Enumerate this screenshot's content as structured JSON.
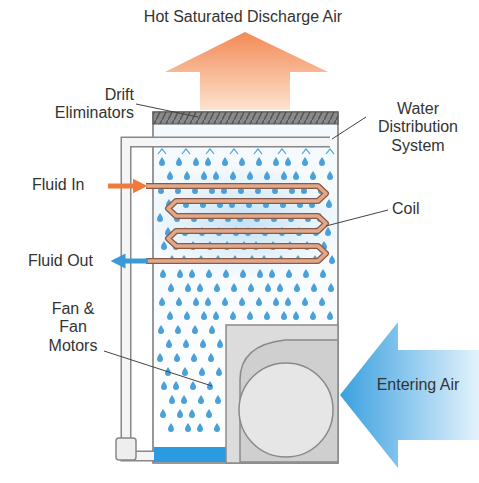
{
  "diagram": {
    "labels": [
      "Hot Saturated Discharge Air",
      "Drift Eliminators",
      "Water Distribution System",
      "Fluid In",
      "Coil",
      "Fluid Out",
      "Fan & Fan Motors",
      "Entering Air"
    ]
  }
}
